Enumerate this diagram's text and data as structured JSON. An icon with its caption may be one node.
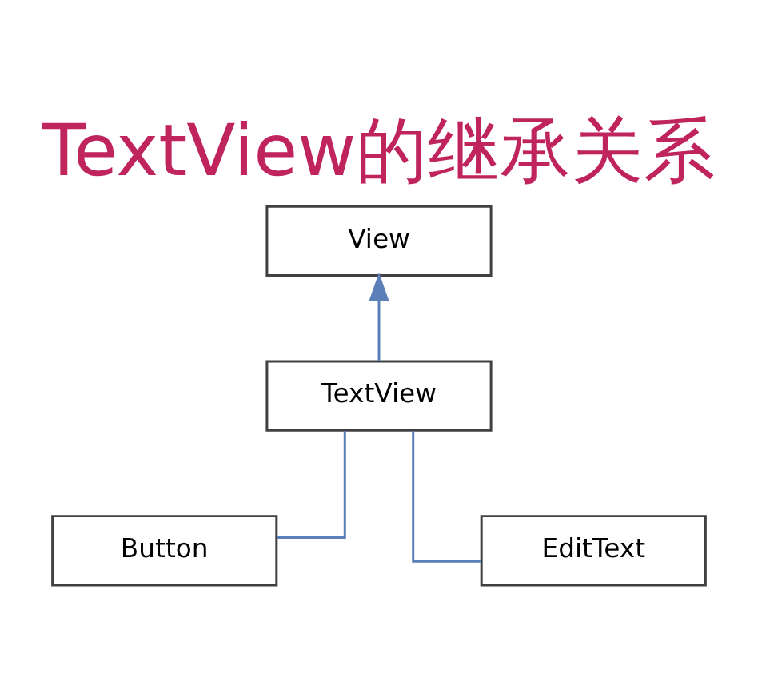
{
  "diagram": {
    "title": "TextView的继承关系",
    "nodes": [
      {
        "text": [
          "View"
        ]
      },
      {
        "text": [
          "TextView"
        ]
      },
      {
        "text": [
          "Button"
        ]
      },
      {
        "text": [
          "EditText"
        ]
      }
    ],
    "edges": [
      {
        "from": 1,
        "to": 0,
        "arrow": "to"
      },
      {
        "from": 2,
        "to": 1,
        "arrow": "none"
      },
      {
        "from": 3,
        "to": 1,
        "arrow": "none"
      }
    ]
  }
}
